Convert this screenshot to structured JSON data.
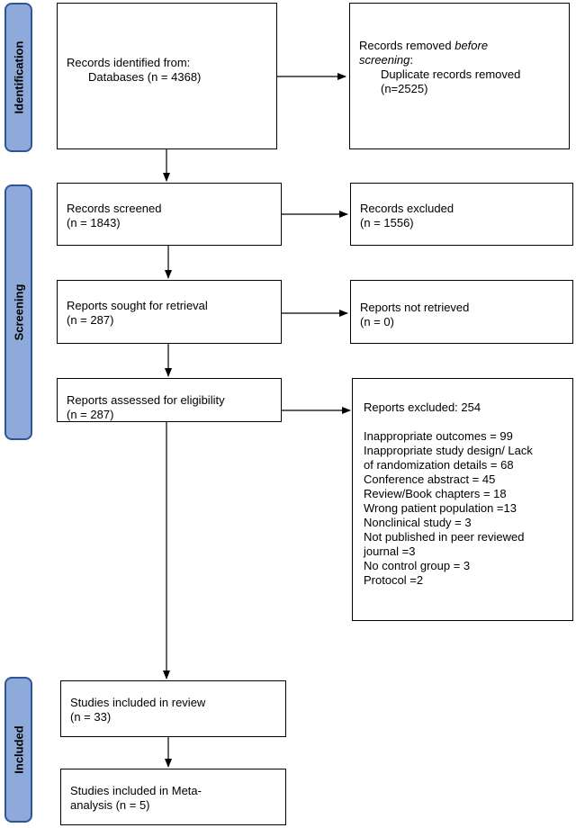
{
  "stages": {
    "identification": "Identification",
    "screening": "Screening",
    "included": "Included"
  },
  "boxes": {
    "records_identified": {
      "line1": "Records identified from:",
      "line2": "Databases (n = 4368)"
    },
    "records_removed": {
      "line1_prefix": "Records removed ",
      "line1_italic": "before",
      "line2_italic": "screening",
      "line2_suffix": ":",
      "line3": "Duplicate records removed",
      "line4": "(n=2525)"
    },
    "records_screened": {
      "line1": "Records screened",
      "line2": "(n = 1843)"
    },
    "records_excluded": {
      "line1": "Records excluded",
      "line2": "(n = 1556)"
    },
    "reports_sought": {
      "line1": "Reports sought for retrieval",
      "line2": "(n = 287)"
    },
    "reports_not_retrieved": {
      "line1": "Reports not retrieved",
      "line2": "(n = 0)"
    },
    "reports_assessed": {
      "line1": "Reports assessed for eligibility",
      "line2": "(n = 287)"
    },
    "reports_excluded": {
      "title": "Reports excluded: 254",
      "lines": [
        "Inappropriate outcomes = 99",
        "Inappropriate study design/ Lack",
        "of randomization details = 68",
        "Conference abstract = 45",
        "Review/Book chapters = 18",
        "Wrong patient population =13",
        "Nonclinical study = 3",
        "Not published in peer reviewed",
        "journal =3",
        "No control group = 3",
        "Protocol =2"
      ]
    },
    "studies_review": {
      "line1": "Studies included in review",
      "line2": "(n = 33)"
    },
    "studies_meta": {
      "line1": "Studies included in Meta-",
      "line2": "analysis (n = 5)"
    }
  },
  "colors": {
    "stage_fill": "#8eaadb",
    "stage_border": "#2f5597"
  }
}
